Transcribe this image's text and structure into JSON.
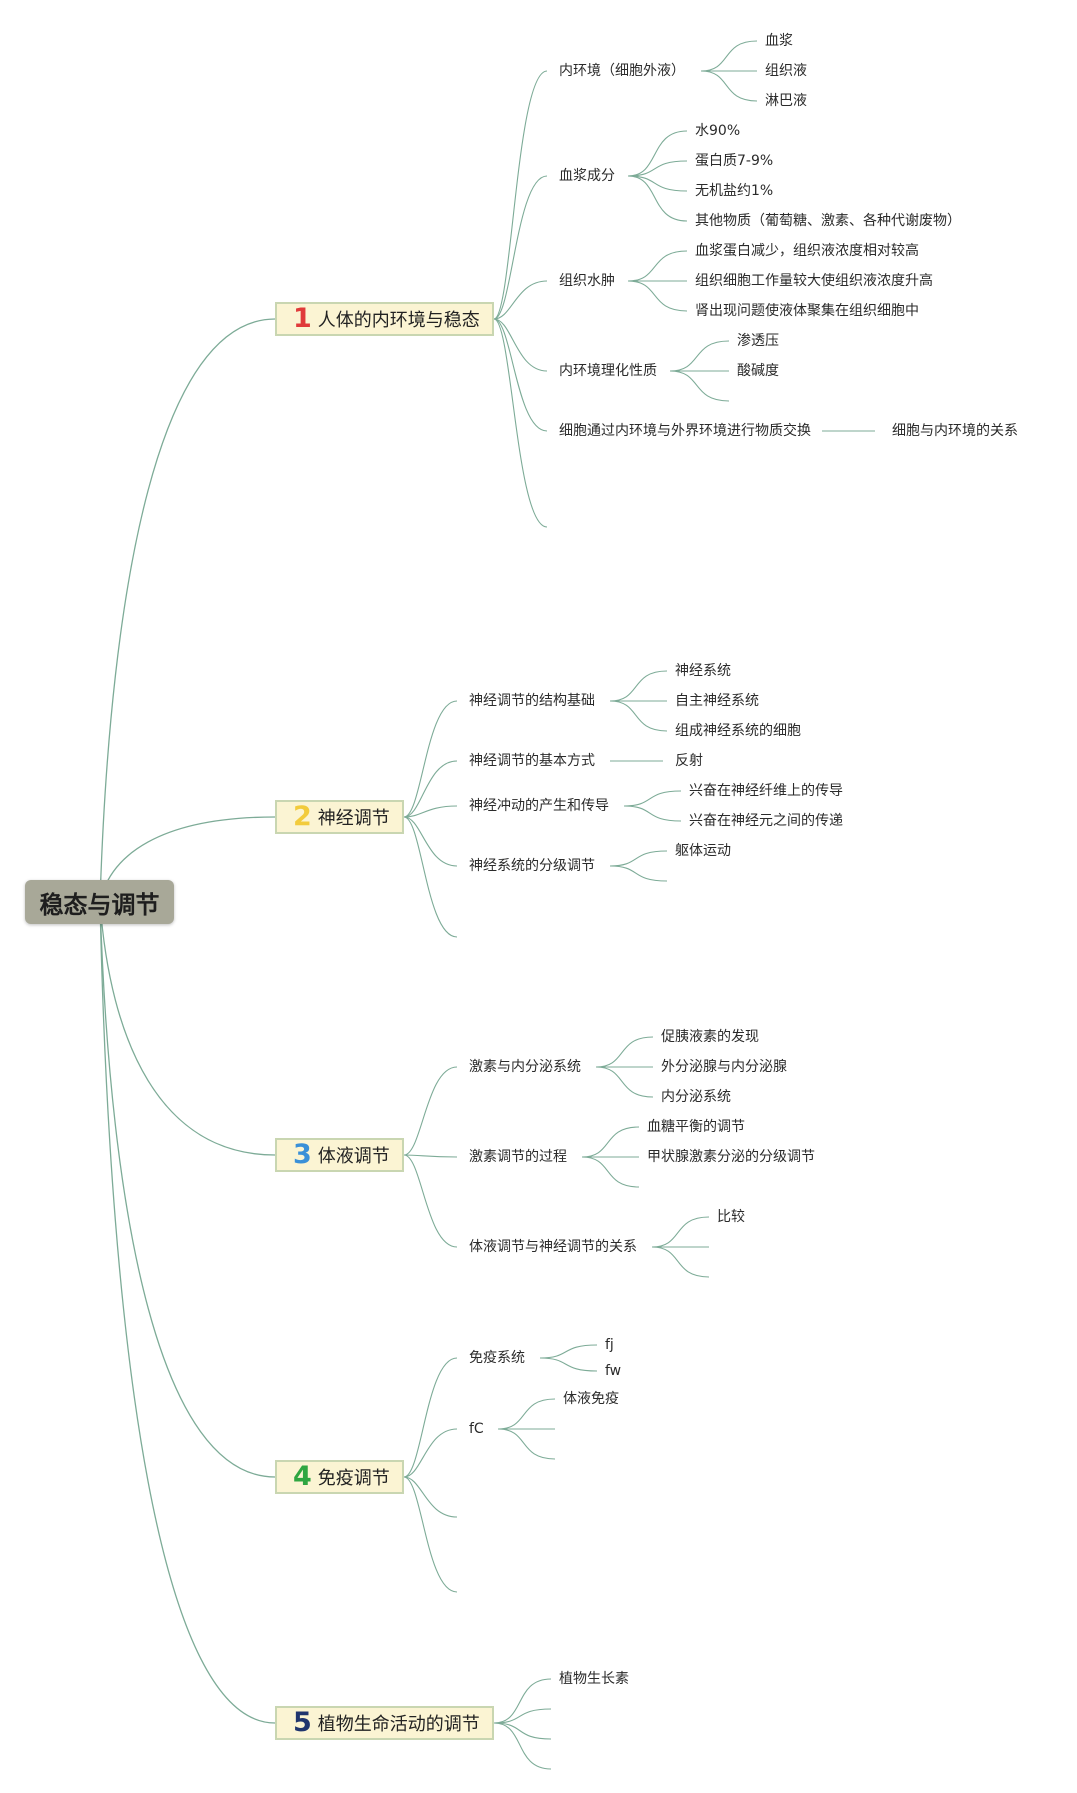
{
  "colors": {
    "line": "#7dab97",
    "root_bg": "#a8a898",
    "topic_bg": "#fbf4d3",
    "topic_border": "#c9d6b1",
    "num1": "#e03a3a",
    "num2": "#f2cb3c",
    "num3": "#3a90d8",
    "num4": "#2fa641",
    "num5": "#20356e"
  },
  "root": "稳态与调节",
  "topics": [
    {
      "num": "1",
      "label": "人体的内环境与稳态"
    },
    {
      "num": "2",
      "label": "神经调节"
    },
    {
      "num": "3",
      "label": "体液调节"
    },
    {
      "num": "4",
      "label": "免疫调节"
    },
    {
      "num": "5",
      "label": "植物生命活动的调节"
    }
  ],
  "t1": {
    "b1": {
      "label": "内环境（细胞外液）",
      "items": [
        "血浆",
        "组织液",
        "淋巴液"
      ]
    },
    "b2": {
      "label": "血浆成分",
      "items": [
        "水90%",
        "蛋白质7-9%",
        "无机盐约1%",
        "其他物质（葡萄糖、激素、各种代谢废物）"
      ]
    },
    "b3": {
      "label": "组织水肿",
      "items": [
        "血浆蛋白减少，组织液浓度相对较高",
        "组织细胞工作量较大使组织液浓度升高",
        "肾出现问题使液体聚集在组织细胞中"
      ]
    },
    "b4": {
      "label": "内环境理化性质",
      "items": [
        "渗透压",
        "酸碱度"
      ]
    },
    "b5": {
      "label": "细胞通过内环境与外界环境进行物质交换",
      "items": [
        "细胞与内环境的关系"
      ]
    }
  },
  "t2": {
    "b1": {
      "label": "神经调节的结构基础",
      "items": [
        "神经系统",
        "自主神经系统",
        "组成神经系统的细胞"
      ]
    },
    "b2": {
      "label": "神经调节的基本方式",
      "items": [
        "反射"
      ]
    },
    "b3": {
      "label": "神经冲动的产生和传导",
      "items": [
        "兴奋在神经纤维上的传导",
        "兴奋在神经元之间的传递"
      ]
    },
    "b4": {
      "label": "神经系统的分级调节",
      "items": [
        "躯体运动"
      ]
    }
  },
  "t3": {
    "b1": {
      "label": "激素与内分泌系统",
      "items": [
        "促胰液素的发现",
        "外分泌腺与内分泌腺",
        "内分泌系统"
      ]
    },
    "b2": {
      "label": "激素调节的过程",
      "items": [
        "血糖平衡的调节",
        "甲状腺激素分泌的分级调节"
      ]
    },
    "b3": {
      "label": "体液调节与神经调节的关系",
      "items": [
        "比较"
      ]
    }
  },
  "t4": {
    "b1": {
      "label": "免疫系统",
      "items": [
        "fj",
        "fw"
      ]
    },
    "b2": {
      "label": "fC",
      "items": [
        "体液免疫"
      ]
    }
  },
  "t5": {
    "items": [
      "植物生长素"
    ]
  }
}
